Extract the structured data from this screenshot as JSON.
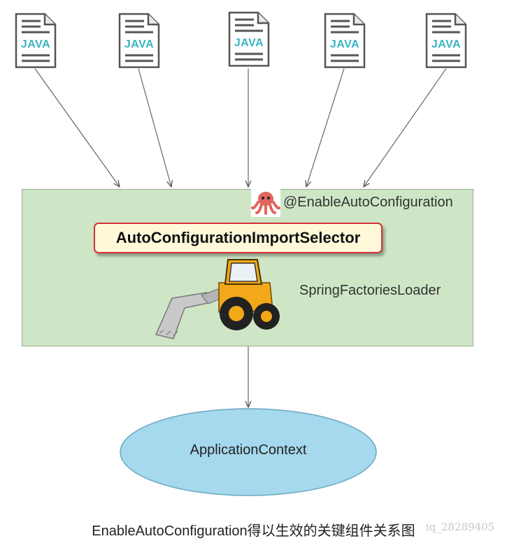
{
  "diagram": {
    "file_nodes": [
      {
        "label": "JAVA",
        "icon": "java-file-icon"
      },
      {
        "label": "JAVA",
        "icon": "java-file-icon"
      },
      {
        "label": "JAVA",
        "icon": "java-file-icon"
      },
      {
        "label": "JAVA",
        "icon": "java-file-icon"
      },
      {
        "label": "JAVA",
        "icon": "java-file-icon"
      }
    ],
    "main_box": {
      "annotation": "@EnableAutoConfiguration",
      "annotation_icon": "octopus-icon",
      "selector": "AutoConfigurationImportSelector",
      "loader": "SpringFactoriesLoader",
      "loader_icon": "bulldozer-icon"
    },
    "target": "ApplicationContext",
    "caption": "EnableAutoConfiguration得以生效的关键组件关系图",
    "watermark": "iq_28289405"
  },
  "colors": {
    "box_fill": "#cfe6c6",
    "box_border": "#9aaa94",
    "selector_fill": "#fff9d9",
    "selector_border": "#d2323a",
    "ellipse_fill": "#a6d8ee",
    "ellipse_border": "#6aa7c2",
    "java_text": "#3bb3c3",
    "arrow": "#555555"
  }
}
